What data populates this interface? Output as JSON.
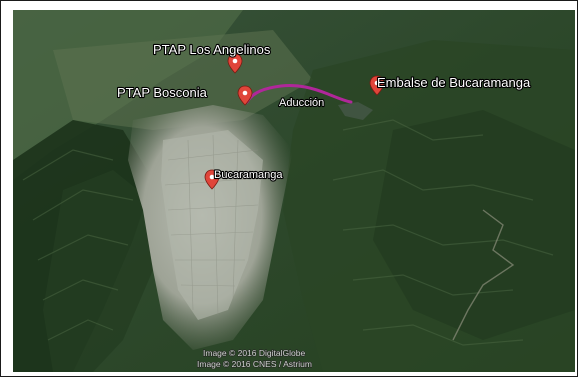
{
  "map": {
    "colors": {
      "forest": "#2f4a2c",
      "forest_dark": "#1f3520",
      "urban": "#a7aca0",
      "pin": "#e0453a",
      "route": "#b0279a"
    },
    "placemarks": [
      {
        "id": "ptap-los-angelinos",
        "label": "PTAP Los Angelinos",
        "icon": "map-pin-icon"
      },
      {
        "id": "ptap-bosconia",
        "label": "PTAP Bosconia",
        "icon": "map-pin-icon"
      },
      {
        "id": "embalse-de-bucaramanga",
        "label": "Embalse de Bucaramanga",
        "icon": "map-pin-icon"
      },
      {
        "id": "bucaramanga",
        "label": "Bucaramanga",
        "icon": "map-pin-icon"
      }
    ],
    "route": {
      "label": "Aducción"
    },
    "credits": [
      "Image © 2016 DigitalGlobe",
      "Image © 2016 CNES / Astrium"
    ]
  }
}
